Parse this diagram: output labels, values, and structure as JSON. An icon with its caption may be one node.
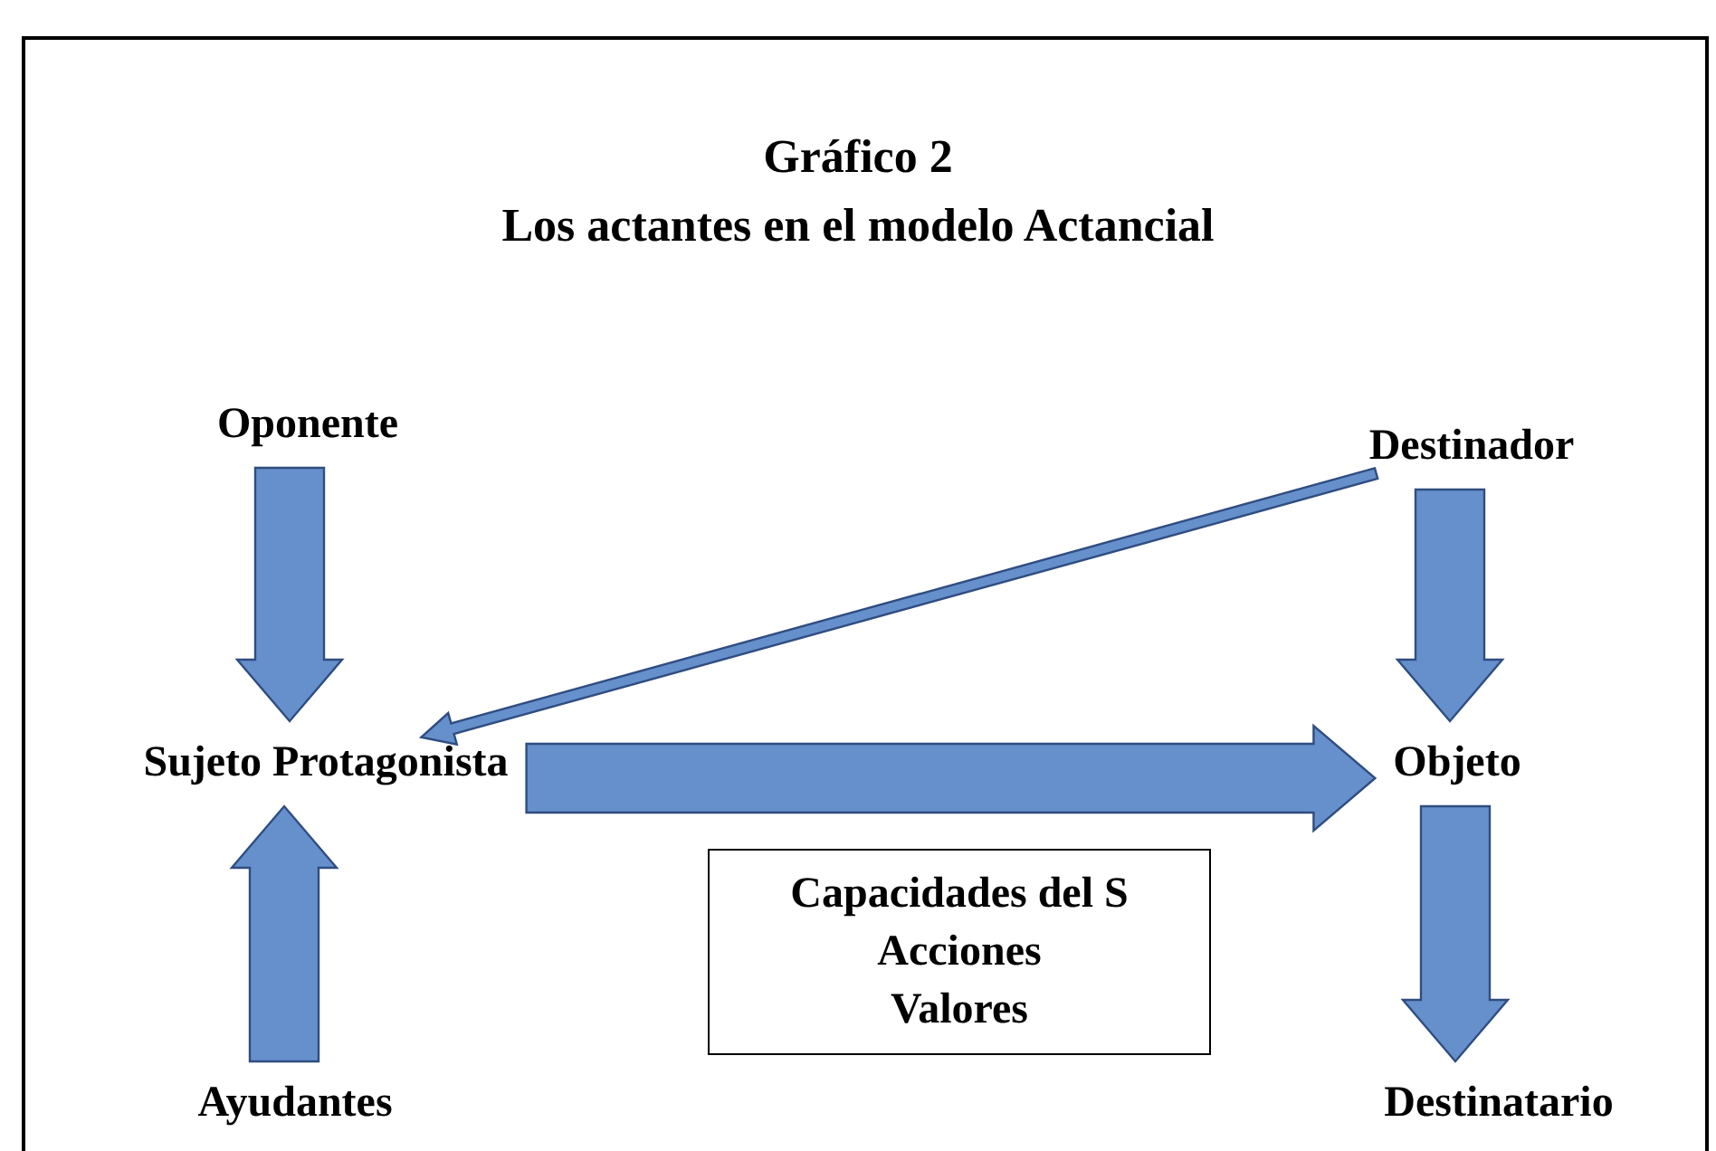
{
  "diagram": {
    "title": "Gráfico 2",
    "nodes": [
      {
        "text": [
          "Oponente"
        ]
      },
      {
        "text": [
          "Destinador"
        ]
      },
      {
        "text": [
          "Sujeto Protagonista"
        ]
      },
      {
        "text": [
          "Objeto"
        ]
      },
      {
        "text": [
          "Capacidades del S",
          "Acciones",
          "Valores"
        ]
      },
      {
        "text": [
          "Ayudantes"
        ]
      },
      {
        "text": [
          "Destinatario"
        ]
      }
    ],
    "edges": [
      {
        "from": 0,
        "to": 2,
        "arrow": "to",
        "style": "thick"
      },
      {
        "from": 1,
        "to": 3,
        "arrow": "to",
        "style": "thick"
      },
      {
        "from": 1,
        "to": 2,
        "arrow": "to"
      },
      {
        "from": 2,
        "to": 3,
        "arrow": "to",
        "style": "thick"
      },
      {
        "from": 5,
        "to": 2,
        "arrow": "to",
        "style": "thick"
      },
      {
        "from": 3,
        "to": 6,
        "arrow": "to",
        "style": "thick"
      }
    ],
    "labels": [
      "Los actantes en el modelo Actancial"
    ]
  }
}
